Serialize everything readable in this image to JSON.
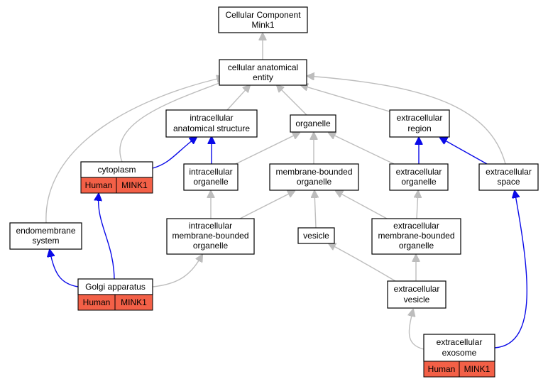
{
  "nodes": {
    "root": [
      "Cellular Component",
      "Mink1"
    ],
    "cae": [
      "cellular anatomical",
      "entity"
    ],
    "ias": [
      "intracellular",
      "anatomical structure"
    ],
    "organelle": [
      "organelle"
    ],
    "ecr": [
      "extracellular",
      "region"
    ],
    "cytoplasm": [
      "cytoplasm"
    ],
    "io": [
      "intracellular",
      "organelle"
    ],
    "mbo": [
      "membrane-bounded",
      "organelle"
    ],
    "eco": [
      "extracellular",
      "organelle"
    ],
    "ecs": [
      "extracellular",
      "space"
    ],
    "ems": [
      "endomembrane",
      "system"
    ],
    "imbo": [
      "intracellular",
      "membrane-bounded",
      "organelle"
    ],
    "vesicle": [
      "vesicle"
    ],
    "embo": [
      "extracellular",
      "membrane-bounded",
      "organelle"
    ],
    "golgi": [
      "Golgi apparatus"
    ],
    "ecv": [
      "extracellular",
      "vesicle"
    ],
    "exo": [
      "extracellular",
      "exosome"
    ]
  },
  "annotations": {
    "cytoplasm": [
      "Human",
      "MINK1"
    ],
    "golgi": [
      "Human",
      "MINK1"
    ],
    "exo": [
      "Human",
      "MINK1"
    ]
  },
  "colors": {
    "annotation_fill": "#f36047",
    "is_a_edge": "#bdbdbd",
    "part_of_edge": "#0a0ae8"
  }
}
